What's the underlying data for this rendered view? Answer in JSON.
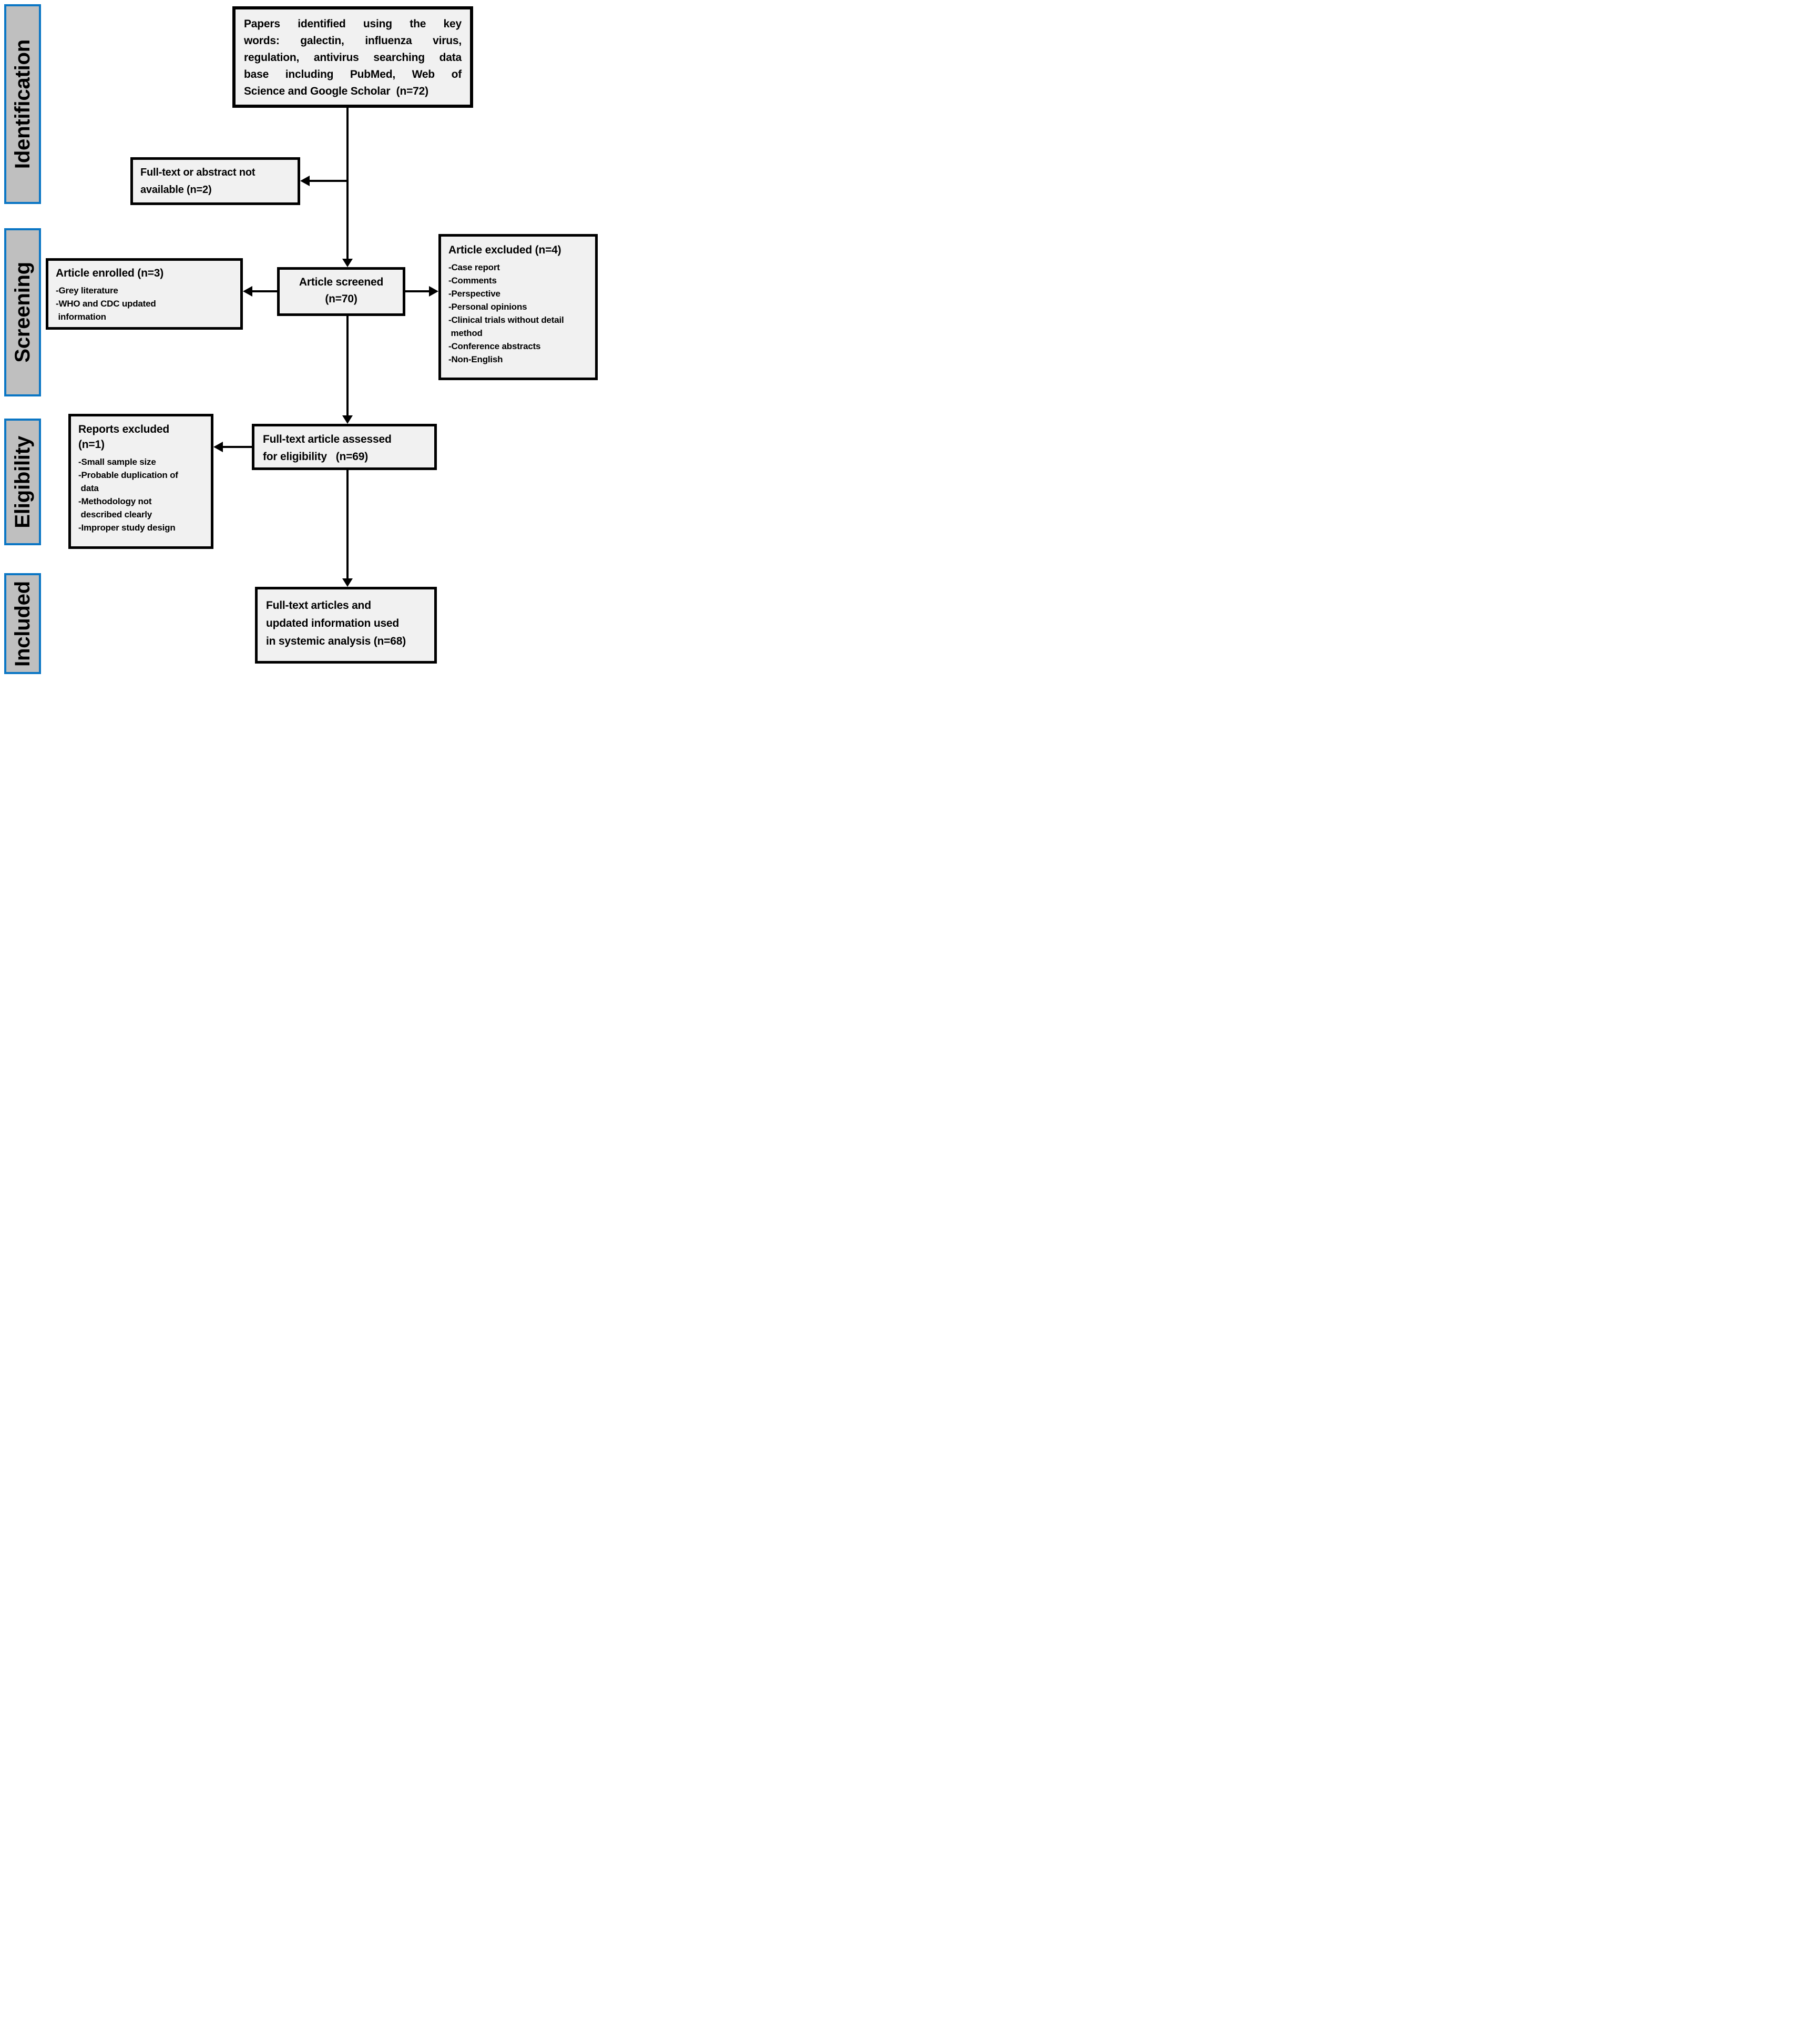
{
  "figure": {
    "stages": [
      {
        "label": "Identification"
      },
      {
        "label": "Screening"
      },
      {
        "label": "Eligibility"
      },
      {
        "label": "Included"
      }
    ],
    "boxes": {
      "identified": {
        "lines": [
          "Papers identified using the key",
          "words: galectin, influenza virus,",
          "regulation, antivirus searching data",
          "base including PubMed, Web of",
          "Science and Google Scholar  (n=72)"
        ]
      },
      "not_available": {
        "text": "Full-text or abstract not\navailable (n=2)"
      },
      "enrolled": {
        "title": "Article enrolled (n=3)",
        "items": [
          "-Grey literature",
          "-WHO and CDC updated\n information"
        ]
      },
      "screened": {
        "text": "Article screened\n(n=70)"
      },
      "excluded": {
        "title": "Article excluded (n=4)",
        "items": [
          "-Case report",
          "-Comments",
          "-Perspective",
          "-Personal opinions",
          "-Clinical trials without detail\n method",
          "-Conference abstracts",
          "-Non-English"
        ]
      },
      "assessed": {
        "text": "Full-text article assessed\nfor eligibility   (n=69)"
      },
      "reports_excluded": {
        "title": "Reports excluded\n(n=1)",
        "items": [
          "-Small sample size",
          "-Probable duplication of\n data",
          "-Methodology not\n described clearly",
          "-Improper study design"
        ]
      },
      "included_final": {
        "text": "Full-text articles and\nupdated information used\nin systemic analysis (n=68)"
      }
    },
    "colors": {
      "stage_border": "#0b76c4",
      "stage_fill": "#bfbfbf",
      "box_fill": "#f1f1f1",
      "box_border": "#000000",
      "arrow": "#000000",
      "text": "#000000",
      "background": "#ffffff"
    }
  }
}
